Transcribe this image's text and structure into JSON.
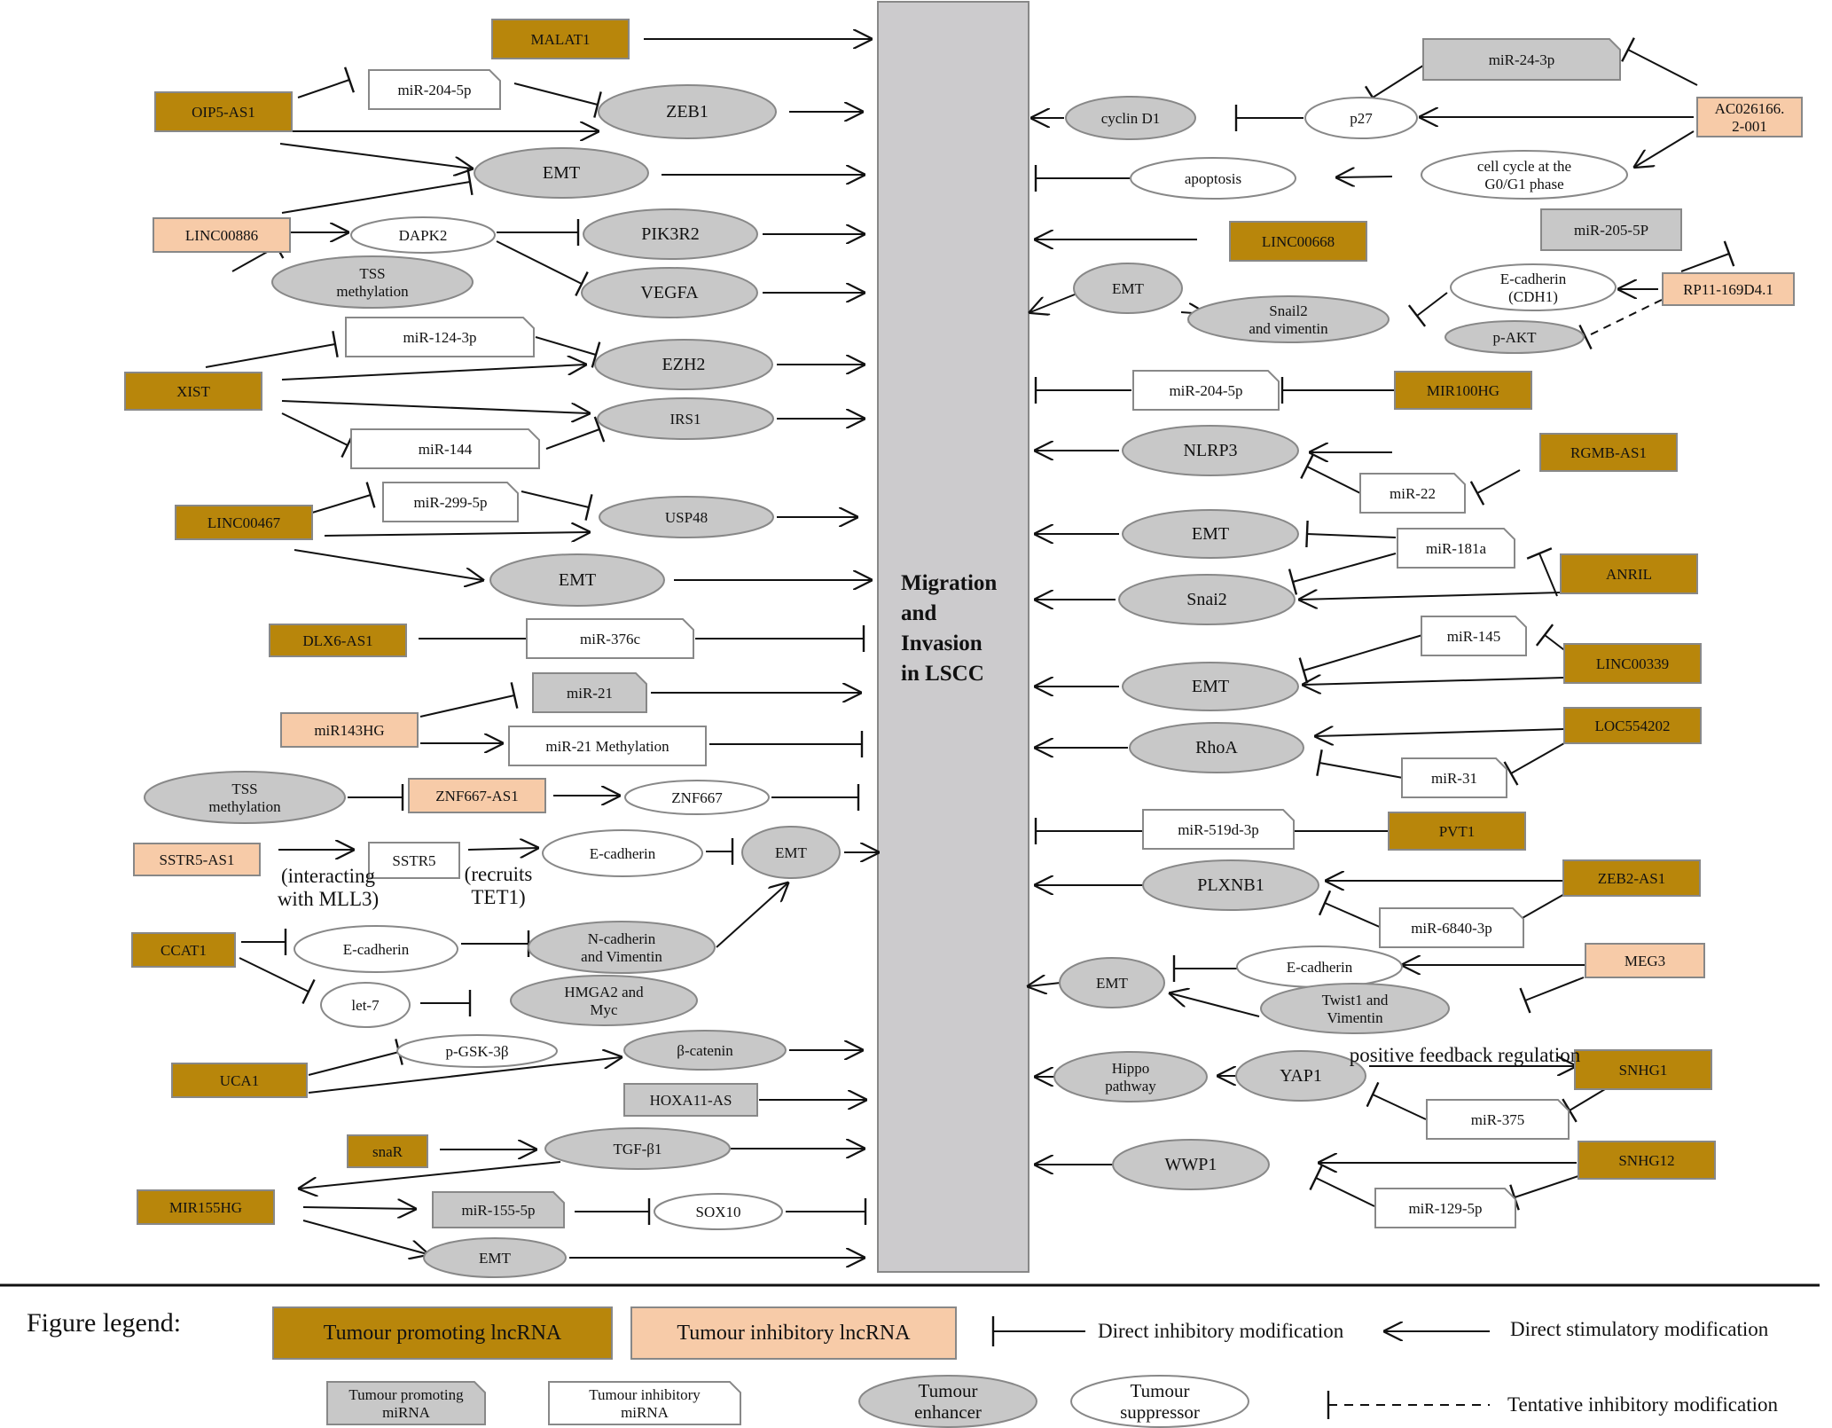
{
  "colors": {
    "promoting_lncrna": "#b8860b",
    "inhibitory_lncrna": "#f7cba8",
    "grey_node": "#c8c8c8",
    "white_node": "#ffffff",
    "central_bar": "#cccbcd",
    "stroke": "#888888",
    "line": "#111111"
  },
  "center_label": [
    "Migration",
    "and",
    "Invasion",
    "in LSCC"
  ],
  "left_nodes": {
    "MALAT1": "MALAT1",
    "OIP5_AS1": "OIP5-AS1",
    "miR_204_5p_L": "miR-204-5p",
    "ZEB1": "ZEB1",
    "EMT_L1": "EMT",
    "LINC00886": "LINC00886",
    "DAPK2": "DAPK2",
    "PIK3R2": "PIK3R2",
    "TSS_meth_1": "TSS\nmethylation",
    "VEGFA": "VEGFA",
    "miR_124_3p": "miR-124-3p",
    "EZH2": "EZH2",
    "XIST": "XIST",
    "IRS1": "IRS1",
    "miR_144": "miR-144",
    "miR_299_5p": "miR-299-5p",
    "LINC00467": "LINC00467",
    "USP48": "USP48",
    "EMT_L2": "EMT",
    "DLX6_AS1": "DLX6-AS1",
    "miR_376c": "miR-376c",
    "miR_21": "miR-21",
    "miR143HG": "miR143HG",
    "miR_21_meth": "miR-21 Methylation",
    "TSS_meth_2": "TSS\nmethylation",
    "ZNF667_AS1": "ZNF667-AS1",
    "ZNF667": "ZNF667",
    "SSTR5_AS1": "SSTR5-AS1",
    "SSTR5": "SSTR5",
    "E_cad_L1": "E-cadherin",
    "EMT_L3": "EMT",
    "CCAT1": "CCAT1",
    "E_cad_L2": "E-cadherin",
    "N_cad": "N-cadherin\nand Vimentin",
    "let_7": "let-7",
    "HMGA2": "HMGA2 and\nMyc",
    "UCA1": "UCA1",
    "p_GSK": "p-GSK-3β",
    "b_catenin": "β-catenin",
    "HOXA11_AS": "HOXA11-AS",
    "snaR": "snaR",
    "TGF_b1": "TGF-β1",
    "MIR155HG": "MIR155HG",
    "miR_155_5p": "miR-155-5p",
    "SOX10": "SOX10",
    "EMT_L4": "EMT"
  },
  "right_nodes": {
    "miR_24_3p": "miR-24-3p",
    "AC026166": "AC026166.\n2-001",
    "cyclin_D1": "cyclin D1",
    "p27": "p27",
    "apoptosis": "apoptosis",
    "cell_cycle": "cell cycle at the\nG0/G1 phase",
    "LINC00668": "LINC00668",
    "miR_205_5P": "miR-205-5P",
    "RP11": "RP11-169D4.1",
    "EMT_R1": "EMT",
    "E_cad_CDH1": "E-cadherin\n(CDH1)",
    "Snail2": "Snail2\nand vimentin",
    "p_AKT": "p-AKT",
    "miR_204_5p_R": "miR-204-5p",
    "MIR100HG": "MIR100HG",
    "NLRP3": "NLRP3",
    "RGMB_AS1": "RGMB-AS1",
    "miR_22": "miR-22",
    "EMT_R2": "EMT",
    "miR_181a": "miR-181a",
    "Snai2": "Snai2",
    "ANRIL": "ANRIL",
    "miR_145": "miR-145",
    "LINC00339": "LINC00339",
    "EMT_R3": "EMT",
    "LOC554202": "LOC554202",
    "RhoA": "RhoA",
    "miR_31": "miR-31",
    "miR_519d_3p": "miR-519d-3p",
    "PVT1": "PVT1",
    "PLXNB1": "PLXNB1",
    "ZEB2_AS1": "ZEB2-AS1",
    "miR_6840_3p": "miR-6840-3p",
    "EMT_R4": "EMT",
    "E_cad_R": "E-cadherin",
    "MEG3": "MEG3",
    "Twist1": "Twist1 and\nVimentin",
    "Hippo": "Hippo\npathway",
    "YAP1": "YAP1",
    "SNHG1": "SNHG1",
    "miR_375": "miR-375",
    "WWP1": "WWP1",
    "SNHG12": "SNHG12",
    "miR_129_5p": "miR-129-5p"
  },
  "annotations": {
    "interacting_mll3": "(interacting\nwith MLL3)",
    "recruits_tet1": "(recruits\nTET1)",
    "positive_feedback": "positive feedback regulation"
  },
  "legend": {
    "title": "Figure legend:",
    "promoting_lncrna": "Tumour promoting lncRNA",
    "inhibitory_lncrna": "Tumour inhibitory lncRNA",
    "direct_inhibitory": "Direct inhibitory modification",
    "direct_stimulatory": "Direct stimulatory modification",
    "promoting_mirna": "Tumour promoting\nmiRNA",
    "inhibitory_mirna": "Tumour inhibitory\nmiRNA",
    "tumour_enhancer": "Tumour\nenhancer",
    "tumour_suppressor": "Tumour\nsuppressor",
    "tentative_inhibitory": "Tentative inhibitory modification"
  }
}
